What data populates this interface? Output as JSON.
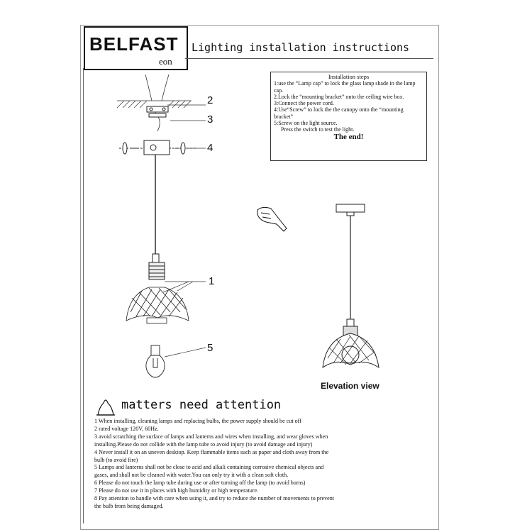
{
  "header": {
    "brand": "BELFAST",
    "brand_sub": "eon",
    "title": "Lighting installation instructions"
  },
  "steps": {
    "title": "Installation steps",
    "items": [
      "1:use the “Lamp cap”  to lock the glass lamp shade in the lamp cap.",
      "2.Lock the “mounting bracket” onto the ceiling wire box.",
      "3:Connect the power cord.",
      "4:Use“Screw”  to lock the  the canopy onto the “mounting bracket”",
      "5:Screw on the light source.",
      "Press the switch to test the light."
    ],
    "end": "The end!"
  },
  "diagram": {
    "labels": [
      "2",
      "3",
      "4",
      "1",
      "5"
    ],
    "elevation_caption": "Elevation view"
  },
  "attention": {
    "title": "matters need attention",
    "lines": [
      "1 When installing, cleaning lamps and replacing bulbs, the power supply should be cut off",
      "2 rated voltage 120V, 60Hz.",
      "3 avoid scratching the surface of lamps and lanterns and wires when installing, and wear gloves when",
      "   installing.Please do not collide with the lamp tube to avoid injury (to avoid damage and injury)",
      "4 Never install it on an uneven desktop. Keep flammable items such as paper and cloth away from the",
      "   bulb (to avoid fire)",
      "5 Lamps and lanterns shall not be close to acid and alkali containing corrosive chemical objects and",
      "   gases, and shall not be cleaned with water.You can only try it with a clean soft cloth.",
      "6 Please do not touch the lamp tube during use or after turning off the lamp (to avoid burns)",
      "7 Please do not use it in places with high humidity or high temperature.",
      "8 Pay attention to handle with care when using it, and try to reduce the number of movements to prevent",
      "   the bulb from being damaged."
    ]
  }
}
